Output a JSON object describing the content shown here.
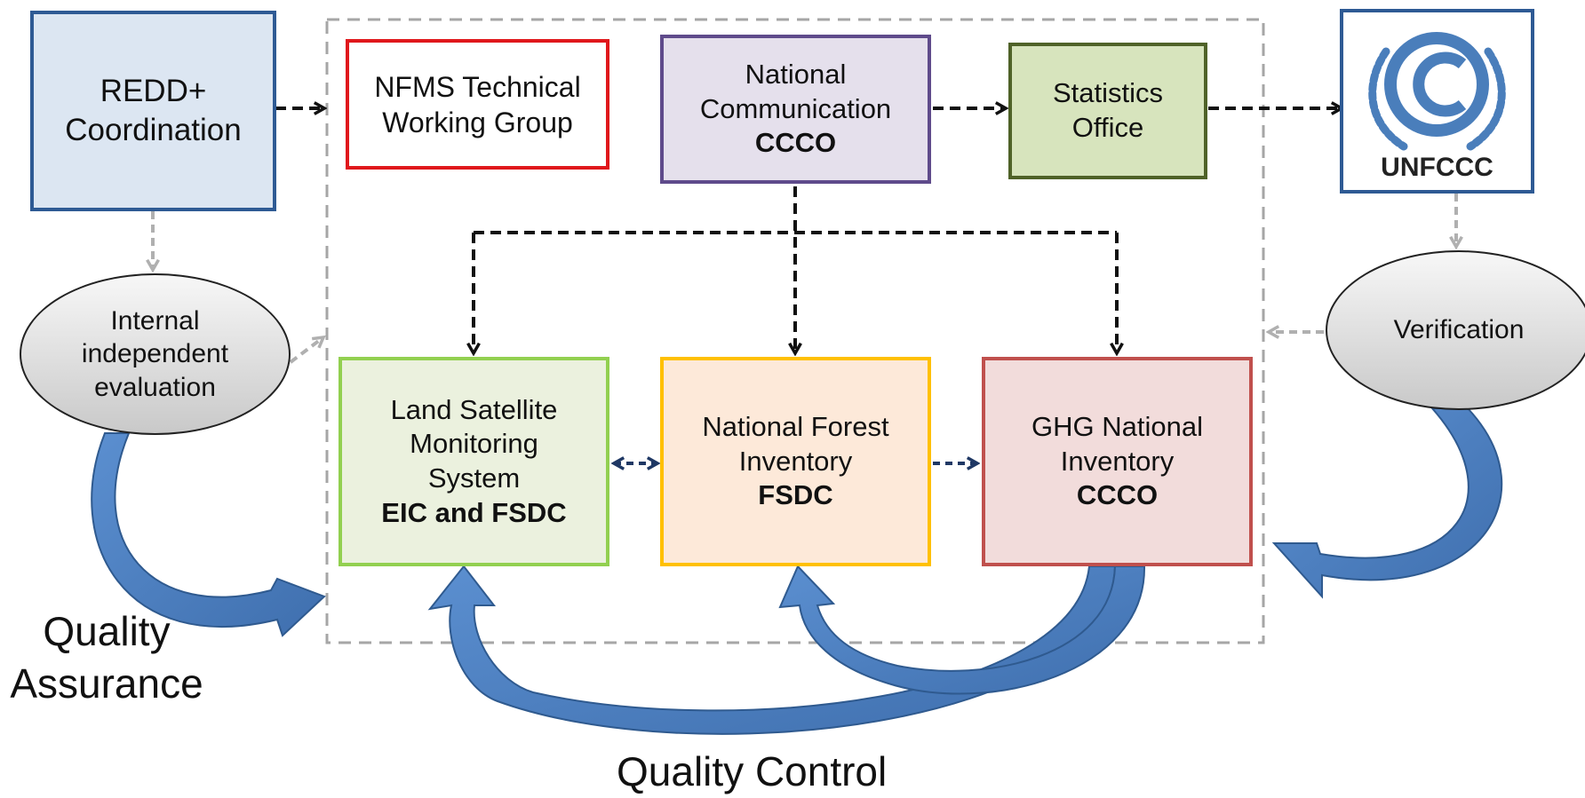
{
  "nodes": {
    "redd": {
      "lines": [
        "REDD+",
        "Coordination"
      ],
      "fill": "#dce6f2",
      "border": "#2e5a94"
    },
    "nfms": {
      "lines": [
        "NFMS Technical",
        "Working Group"
      ],
      "fill": "#ffffff",
      "border": "#e0181c"
    },
    "national_communication": {
      "lines": [
        "National",
        "Communication"
      ],
      "bold": "CCCO",
      "fill": "#e5e0ec",
      "border": "#5f4b8b"
    },
    "statistics": {
      "lines": [
        "Statistics",
        "Office"
      ],
      "fill": "#d7e4bd",
      "border": "#4f6228"
    },
    "land_satellite": {
      "lines": [
        "Land Satellite",
        "Monitoring",
        "System"
      ],
      "bold": "EIC and FSDC",
      "fill": "#ebf1de",
      "border": "#92d050"
    },
    "forest_inventory": {
      "lines": [
        "National Forest",
        "Inventory"
      ],
      "bold": "FSDC",
      "fill": "#fde9d9",
      "border": "#ffc000"
    },
    "ghg": {
      "lines": [
        "GHG National",
        "Inventory"
      ],
      "bold": "CCCO",
      "fill": "#f2dcdb",
      "border": "#c0504d"
    }
  },
  "evaluations": {
    "internal": {
      "lines": [
        "Internal",
        "independent",
        "evaluation"
      ]
    },
    "verification": {
      "lines": [
        "Verification"
      ]
    }
  },
  "logo": {
    "text": "UNFCCC",
    "icon": "unfccc-logo-icon",
    "color": "#4a7ebb"
  },
  "labels": {
    "quality_assurance": [
      "Quality",
      "Assurance"
    ],
    "quality_control": "Quality Control"
  },
  "colors": {
    "loop_arrow": "#4f81bd",
    "dashed_black": "#111111",
    "dashed_grey": "#b0b0b0",
    "dashed_navy": "#1f3864",
    "container_border": "#a6a6a6"
  }
}
